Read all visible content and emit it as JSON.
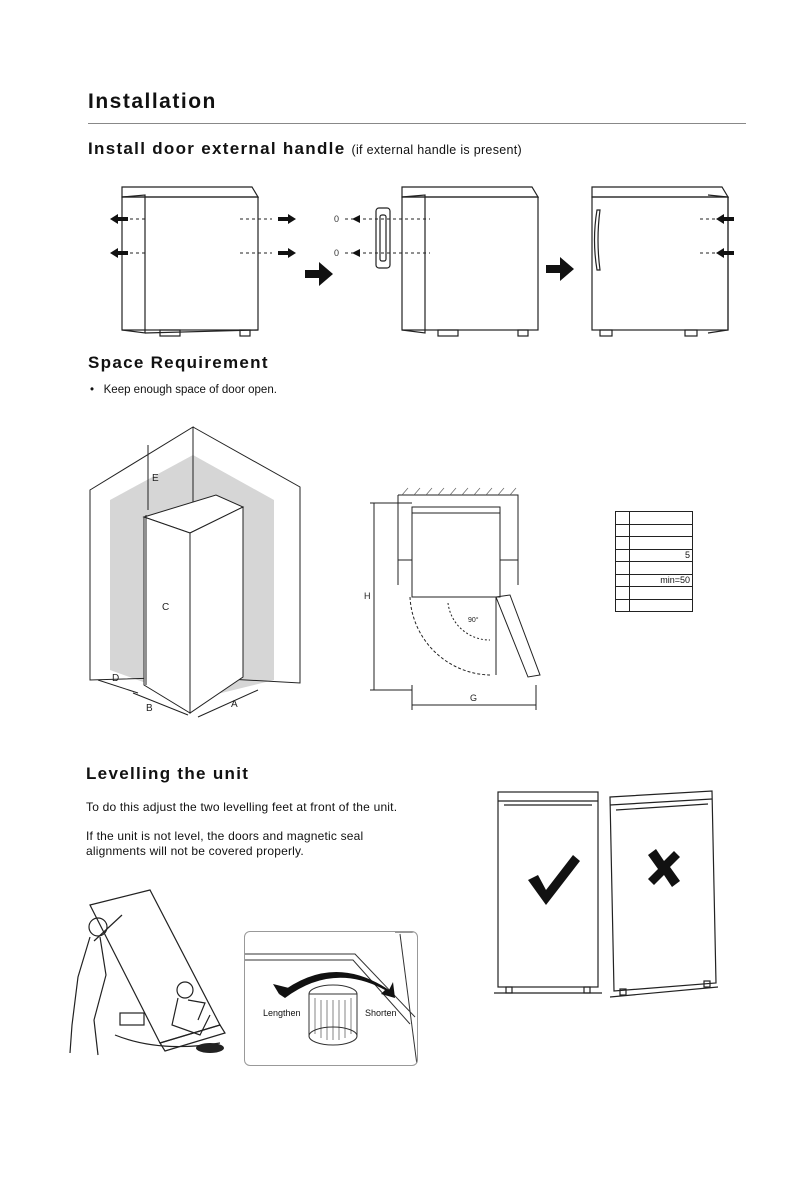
{
  "title": "Installation",
  "section_handle": {
    "heading": "Install door external handle",
    "note": "(if external handle is present)"
  },
  "section_space": {
    "heading": "Space Requirement",
    "bullet": "Keep enough space of door open.",
    "iso_labels": [
      "E",
      "C",
      "D",
      "B",
      "A"
    ],
    "plan_labels": {
      "h": "H",
      "g": "G",
      "angle": "90°"
    },
    "table": [
      {
        "key": "",
        "value": ""
      },
      {
        "key": "",
        "value": ""
      },
      {
        "key": "",
        "value": ""
      },
      {
        "key": "",
        "value": "5"
      },
      {
        "key": "",
        "value": ""
      },
      {
        "key": "",
        "value": "min=50"
      },
      {
        "key": "",
        "value": ""
      },
      {
        "key": "",
        "value": ""
      }
    ]
  },
  "section_level": {
    "heading": "Levelling the unit",
    "para1": "To do this adjust the two levelling feet at front of the unit.",
    "para2": "If the unit is not level, the doors and magnetic seal alignments will not be covered properly.",
    "lengthen": "Lengthen",
    "shorten": "Shorten"
  }
}
